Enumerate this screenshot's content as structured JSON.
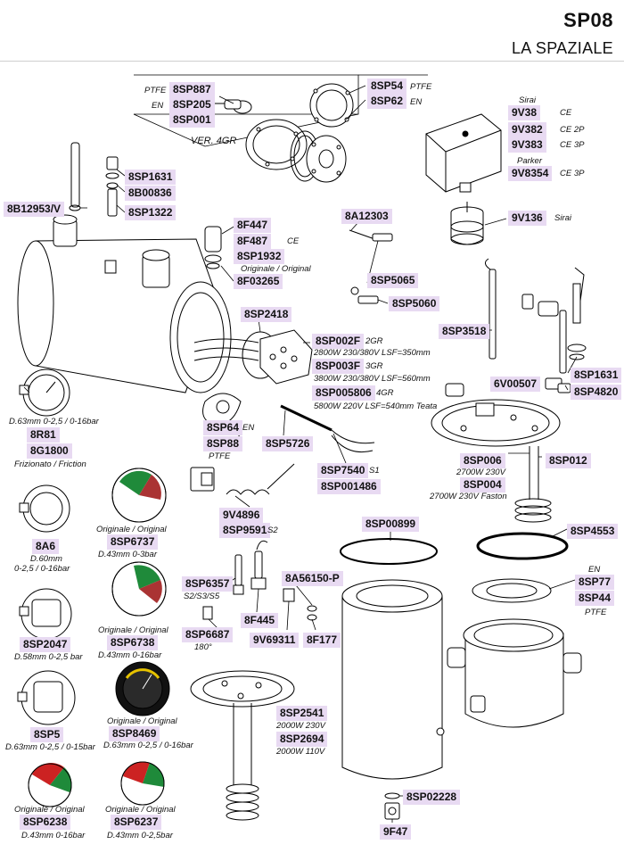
{
  "header": {
    "model": "SP08",
    "brand": "LA SPAZIALE"
  },
  "labels": {
    "SP887": "8SP887",
    "SP205": "8SP205",
    "SP001": "8SP001",
    "SP54": "8SP54",
    "SP62": "8SP62",
    "V38": "9V38",
    "V382": "9V382",
    "V383": "9V383",
    "V8354": "9V8354",
    "V136": "9V136",
    "SP1631a": "8SP1631",
    "B00836": "8B00836",
    "B12953V": "8B12953/V",
    "SP1322": "8SP1322",
    "F447": "8F447",
    "F487": "8F487",
    "SP1932": "8SP1932",
    "F03265": "8F03265",
    "A12303": "8A12303",
    "SP5065": "8SP5065",
    "SP5060": "8SP5060",
    "SP2418": "8SP2418",
    "SP002F": "8SP002F",
    "SP003F": "8SP003F",
    "SP005806": "8SP005806",
    "SP3518": "8SP3518",
    "SP1631b": "8SP1631",
    "V00507": "6V00507",
    "SP4820": "8SP4820",
    "R81": "8R81",
    "G1800": "8G1800",
    "SP64": "8SP64",
    "SP88": "8SP88",
    "SP5726": "8SP5726",
    "SP7540": "8SP7540",
    "SP001486": "8SP001486",
    "SP006": "8SP006",
    "SP012": "8SP012",
    "SP004": "8SP004",
    "A6": "8A6",
    "SP6737": "8SP6737",
    "V4896": "9V4896",
    "V9591": "8SP9591",
    "SP00899": "8SP00899",
    "SP4553": "8SP4553",
    "SP6357": "8SP6357",
    "A56150P": "8A56150-P",
    "SP77": "8SP77",
    "SP44": "8SP44",
    "SP2047": "8SP2047",
    "SP6738": "8SP6738",
    "SP6687": "8SP6687",
    "F445": "8F445",
    "V69311": "9V69311",
    "F177": "8F177",
    "SP2541": "8SP2541",
    "SP2694": "8SP2694",
    "SP5": "8SP5",
    "SP8469": "8SP8469",
    "SP6238": "8SP6238",
    "SP6237": "8SP6237",
    "SP02228": "8SP02228",
    "F47": "9F47"
  },
  "notes": {
    "ptfe1": "PTFE",
    "en1": "EN",
    "ptfe2": "PTFE",
    "en2": "EN",
    "ver4gr": "VER. 4GR",
    "sirai1": "Sirai",
    "ce1": "CE",
    "ce2p": "CE 2P",
    "ce3p": "CE 3P",
    "parker": "Parker",
    "ce3p2": "CE 3P",
    "sirai2": "Sirai",
    "ce2": "CE",
    "origorig1": "Originale / Original",
    "gr2": "2GR",
    "w2800": "2800W 230/380V LSF=350mm",
    "gr3": "3GR",
    "w3800": "3800W 230/380V LSF=560mm",
    "gr4": "4GR",
    "w5800": "5800W 220V LSF=540mm Teata",
    "d63a": "D.63mm 0-2,5 / 0-16bar",
    "friz": "Frizionato / Friction",
    "en3": "EN",
    "ptfe3": "PTFE",
    "s1": "S1",
    "w2700a": "2700W 230V",
    "w2700b": "2700W 230V Faston",
    "origorig2": "Originale / Original",
    "d43a": "D.43mm 0-3bar",
    "d60": "D.60mm",
    "r0216": "0-2,5 / 0-16bar",
    "s2": "S2",
    "s235": "S2/S3/S5",
    "en4": "EN",
    "ptfe4": "PTFE",
    "origorig3": "Originale / Original",
    "d58": "D.58mm 0-2,5 bar",
    "d43b": "D.43mm 0-16bar",
    "deg180": "180°",
    "w2000a": "2000W 230V",
    "w2000b": "2000W 110V",
    "origorig4": "Originale / Original",
    "d63b": "D.63mm 0-2,5 / 0-15bar",
    "d63c": "D.63mm 0-2,5 / 0-16bar",
    "origorig5": "Originale / Original",
    "d43c": "D.43mm 0-16bar",
    "origorig6": "Originale / Original",
    "d43d": "D.43mm 0-2,5bar"
  }
}
